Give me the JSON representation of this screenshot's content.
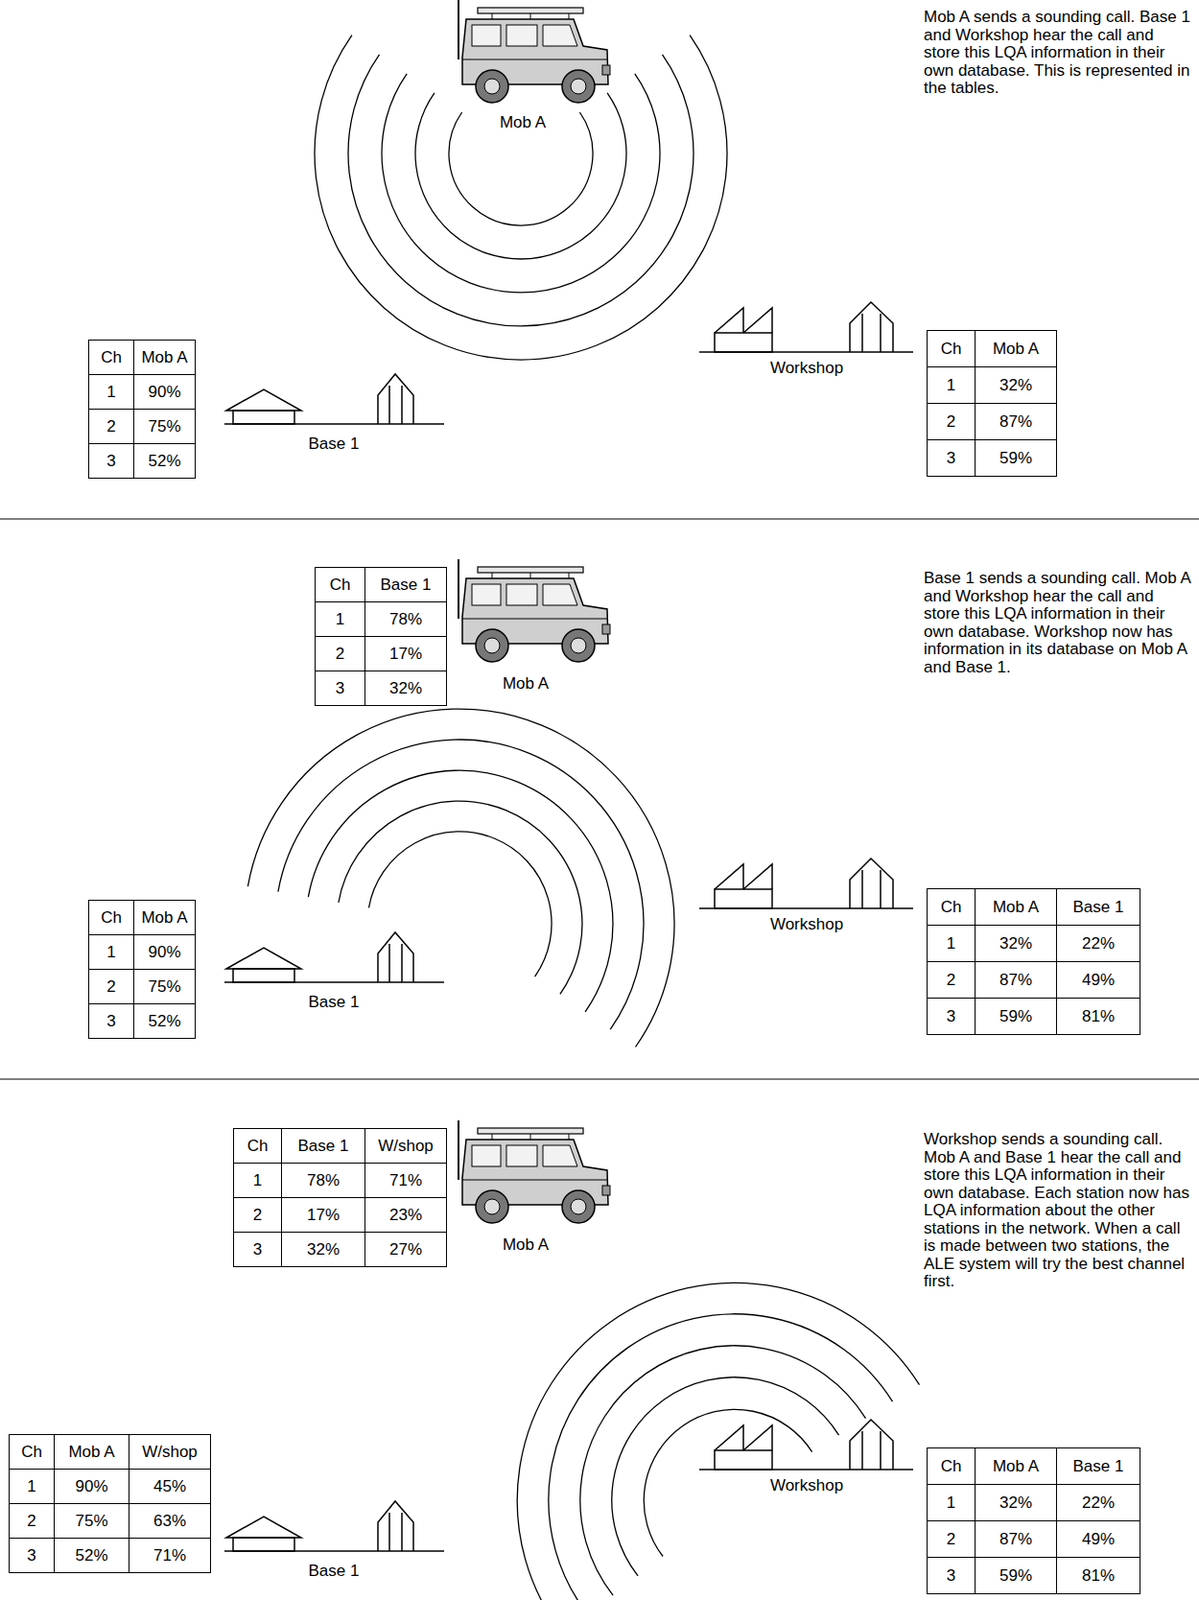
{
  "diagram": {
    "labels": [
      "Mob A sends a sounding call. Base 1 and Workshop hear the call and store this LQA information in their own database. This is represented in the tables.",
      "Mob A",
      "Ch",
      "Mob A",
      "1",
      "90%",
      "2",
      "75%",
      "3",
      "52%",
      "Base 1",
      "Workshop",
      "Ch",
      "Mob A",
      "1",
      "32%",
      "2",
      "87%",
      "3",
      "59%",
      "Base 1 sends a sounding call. Mob A and Workshop hear the call and store this LQA information in their own database. Workshop now has information in its database on Mob A and Base 1.",
      "Ch",
      "Base 1",
      "1",
      "78%",
      "2",
      "17%",
      "3",
      "32%",
      "Mob A",
      "Ch",
      "Mob A",
      "1",
      "90%",
      "2",
      "75%",
      "3",
      "52%",
      "Base 1",
      "Workshop",
      "Ch",
      "Mob A",
      "Base 1",
      "1",
      "32%",
      "22%",
      "2",
      "87%",
      "49%",
      "3",
      "59%",
      "81%",
      "Workshop sends a sounding call. Mob A and Base 1 hear the call and store this LQA information in their own database. Each station now has LQA information about the other stations in the network. When a call is made between two stations, the ALE system will try the best channel first.",
      "Ch",
      "Base 1",
      "W/shop",
      "1",
      "78%",
      "71%",
      "2",
      "17%",
      "23%",
      "3",
      "32%",
      "27%",
      "Mob A",
      "Ch",
      "Mob A",
      "W/shop",
      "1",
      "90%",
      "45%",
      "2",
      "75%",
      "63%",
      "3",
      "52%",
      "71%",
      "Base 1",
      "Workshop",
      "Ch",
      "Mob A",
      "Base 1",
      "1",
      "32%",
      "22%",
      "2",
      "87%",
      "49%",
      "3",
      "59%",
      "81%"
    ]
  }
}
